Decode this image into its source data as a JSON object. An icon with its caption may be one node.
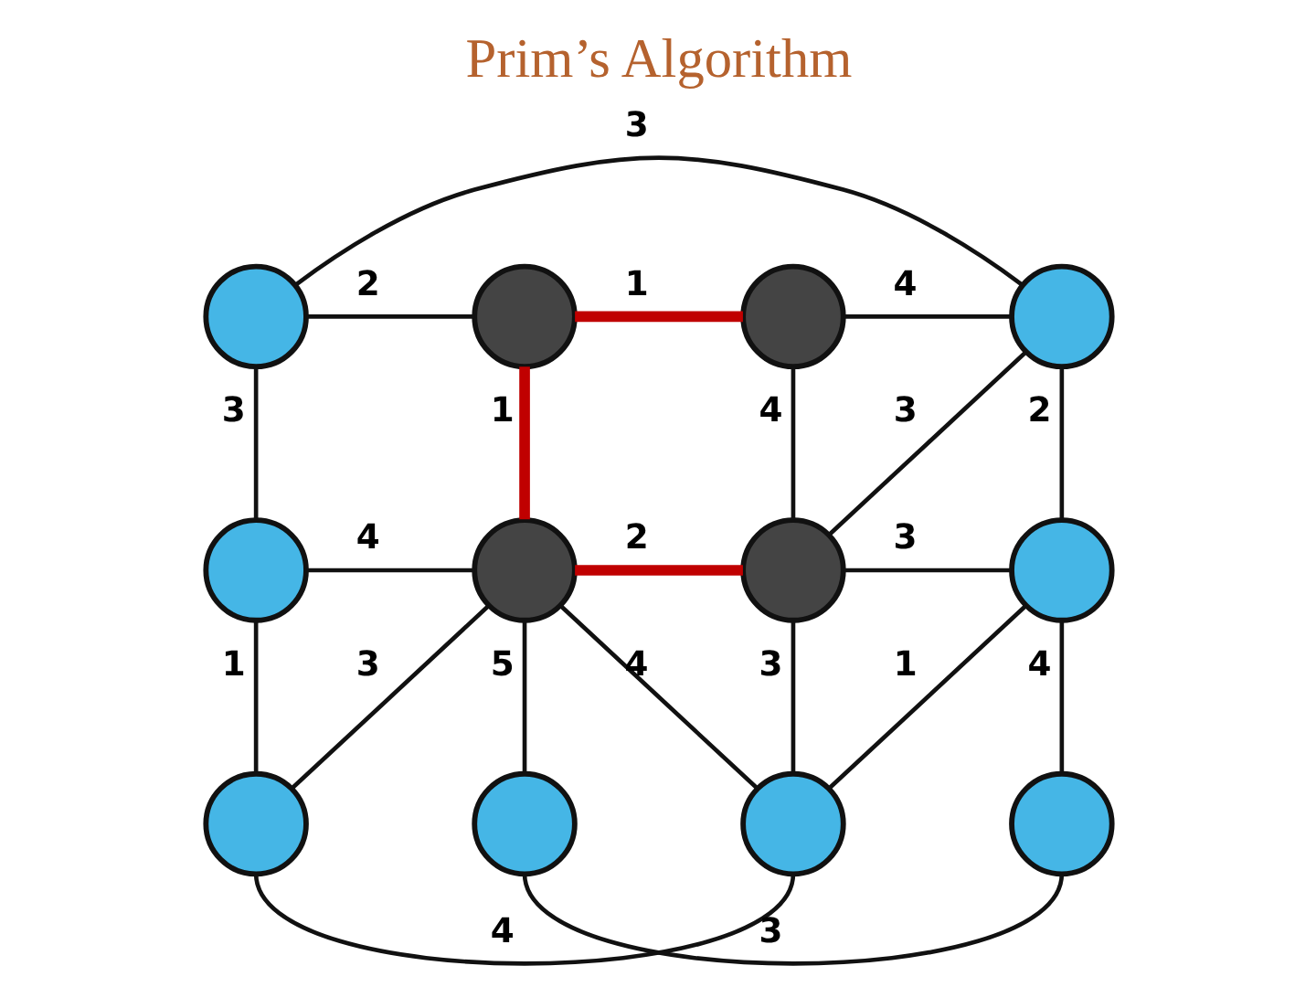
{
  "diagram": {
    "title": "Prim’s Algorithm",
    "nodes": [
      {
        "text": [],
        "shape": "circle"
      },
      {
        "text": [],
        "shape": "circle"
      },
      {
        "text": [],
        "shape": "circle"
      },
      {
        "text": [],
        "shape": "circle"
      },
      {
        "text": [],
        "shape": "circle"
      },
      {
        "text": [],
        "shape": "circle"
      },
      {
        "text": [],
        "shape": "circle"
      },
      {
        "text": [],
        "shape": "circle"
      },
      {
        "text": [],
        "shape": "circle"
      },
      {
        "text": [],
        "shape": "circle"
      },
      {
        "text": [],
        "shape": "circle"
      },
      {
        "text": [],
        "shape": "circle"
      }
    ],
    "edges": [
      {
        "from": 0,
        "to": 3,
        "arrow": "none",
        "label": "3"
      },
      {
        "from": 0,
        "to": 1,
        "arrow": "none",
        "label": "2"
      },
      {
        "from": 1,
        "to": 2,
        "arrow": "none",
        "label": "1",
        "style": "thick",
        "color": "#c00000"
      },
      {
        "from": 2,
        "to": 3,
        "arrow": "none",
        "label": "4"
      },
      {
        "from": 0,
        "to": 4,
        "arrow": "none",
        "label": "3"
      },
      {
        "from": 1,
        "to": 5,
        "arrow": "none",
        "label": "1",
        "style": "thick",
        "color": "#c00000"
      },
      {
        "from": 2,
        "to": 6,
        "arrow": "none",
        "label": "4"
      },
      {
        "from": 6,
        "to": 3,
        "arrow": "none",
        "label": "3"
      },
      {
        "from": 3,
        "to": 7,
        "arrow": "none",
        "label": "2"
      },
      {
        "from": 4,
        "to": 5,
        "arrow": "none",
        "label": "4"
      },
      {
        "from": 5,
        "to": 6,
        "arrow": "none",
        "label": "2",
        "style": "thick",
        "color": "#c00000"
      },
      {
        "from": 6,
        "to": 7,
        "arrow": "none",
        "label": "3"
      },
      {
        "from": 4,
        "to": 8,
        "arrow": "none",
        "label": "1"
      },
      {
        "from": 5,
        "to": 8,
        "arrow": "none",
        "label": "3"
      },
      {
        "from": 5,
        "to": 9,
        "arrow": "none",
        "label": "5"
      },
      {
        "from": 5,
        "to": 10,
        "arrow": "none",
        "label": "4"
      },
      {
        "from": 6,
        "to": 10,
        "arrow": "none",
        "label": "3"
      },
      {
        "from": 10,
        "to": 7,
        "arrow": "none",
        "label": "1"
      },
      {
        "from": 7,
        "to": 11,
        "arrow": "none",
        "label": "4"
      },
      {
        "from": 8,
        "to": 10,
        "arrow": "none",
        "label": "4"
      },
      {
        "from": 9,
        "to": 11,
        "arrow": "none",
        "label": "3"
      }
    ]
  }
}
